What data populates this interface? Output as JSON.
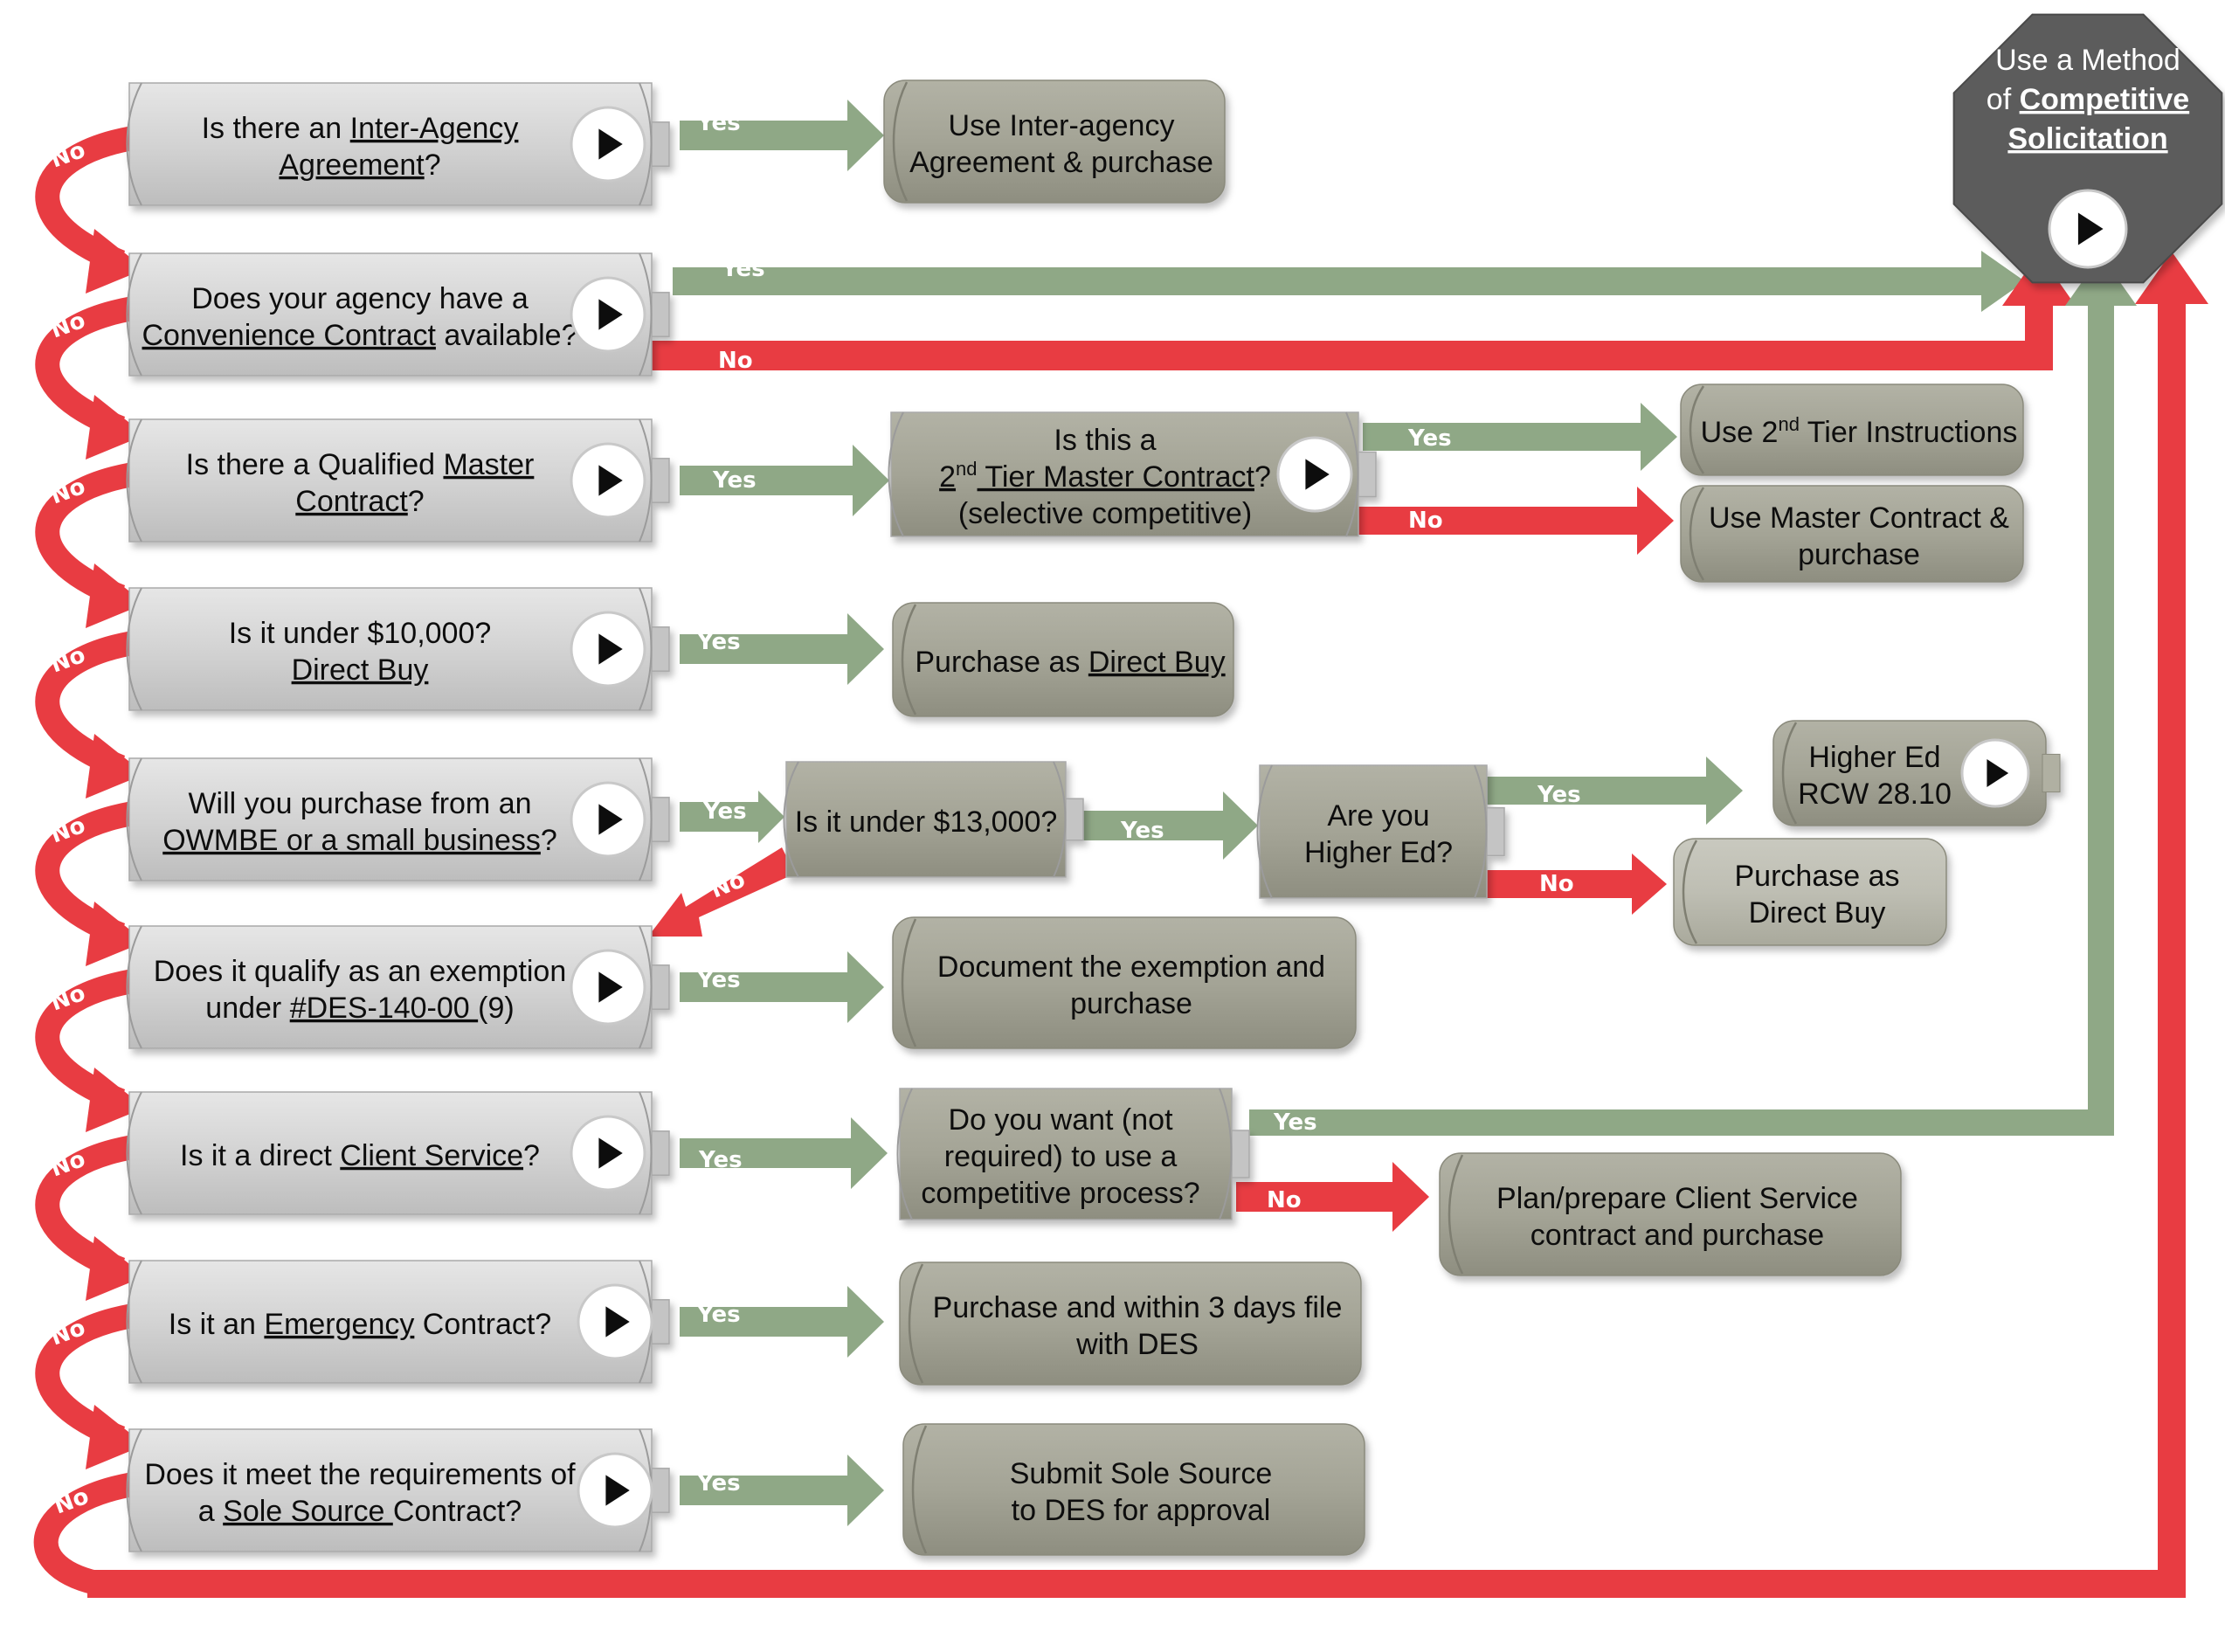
{
  "colors": {
    "yes": "#8fa886",
    "no": "#e83c42",
    "node_fill": "#d1d1d1",
    "terminal_fill": "#a6a698",
    "octagon": "#5c5c5c"
  },
  "end_node": {
    "line1": "Use a Method",
    "line2_prefix": "of ",
    "line2_link": "Competitive",
    "line3_link": "Solicitation",
    "icon": "play-icon"
  },
  "labels": {
    "yes": "Yes",
    "no": "No"
  },
  "questions": [
    {
      "lines": [
        [
          "Is there an ",
          {
            "u": "Inter-Agency"
          }
        ],
        [
          {
            "u": "Agreement"
          },
          "?"
        ]
      ],
      "result": [
        "Use Inter-agency",
        "Agreement & purchase"
      ]
    },
    {
      "lines": [
        [
          "Does your agency have a"
        ],
        [
          {
            "u": "Convenience Contract"
          },
          " available?"
        ]
      ]
    },
    {
      "lines": [
        [
          "Is there a Qualified ",
          {
            "u": "Master"
          }
        ],
        [
          {
            "u": "Contract"
          },
          "?"
        ]
      ]
    },
    {
      "lines": [
        [
          "Is it under $10,000?"
        ],
        [
          {
            "u": "Direct Buy"
          }
        ]
      ],
      "result": [
        [
          "Purchase as ",
          {
            "u": "Direct Buy"
          }
        ]
      ]
    },
    {
      "lines": [
        [
          "Will you purchase from an"
        ],
        [
          {
            "u": "OWMBE or a small business"
          },
          "?"
        ]
      ]
    },
    {
      "lines": [
        [
          "Does it qualify as an exemption"
        ],
        [
          "under ",
          {
            "u": "#DES-140-00 "
          },
          "(9)"
        ]
      ],
      "result": [
        "Document the exemption and",
        "purchase"
      ]
    },
    {
      "lines": [
        [
          "Is it a direct ",
          {
            "u": "Client Service"
          },
          "?"
        ]
      ]
    },
    {
      "lines": [
        [
          "Is it an ",
          {
            "u": "Emergency"
          },
          " Contract?"
        ]
      ],
      "result": [
        "Purchase and within 3 days file",
        "with DES"
      ]
    },
    {
      "lines": [
        [
          "Does it meet the requirements of"
        ],
        [
          "a ",
          {
            "u": "Sole Source "
          },
          "Contract?"
        ]
      ],
      "result": [
        "Submit Sole Source",
        "to DES for approval"
      ]
    }
  ],
  "tier2": {
    "question": [
      [
        "Is this a"
      ],
      [
        {
          "u": "2"
        },
        {
          "sup": "nd"
        },
        {
          "u": " Tier Master Contract"
        },
        "?"
      ],
      [
        "(selective competitive)"
      ]
    ],
    "yes_result": [
      [
        "Use 2",
        {
          "sup": "nd"
        },
        " Tier Instructions"
      ]
    ],
    "no_result": [
      "Use Master Contract &",
      "purchase"
    ]
  },
  "small_business": {
    "under_13000": [
      [
        "Is it under $13,000?"
      ]
    ],
    "higher_ed_q": [
      "Are you",
      "Higher Ed?"
    ],
    "higher_ed_result": [
      "Higher Ed",
      "RCW 28.10"
    ],
    "direct_buy_result": [
      "Purchase as",
      "Direct Buy"
    ]
  },
  "client_service": {
    "question": [
      "Do you want (not",
      "required) to use a",
      "competitive process?"
    ],
    "no_result": [
      "Plan/prepare Client Service",
      "contract and purchase"
    ]
  }
}
